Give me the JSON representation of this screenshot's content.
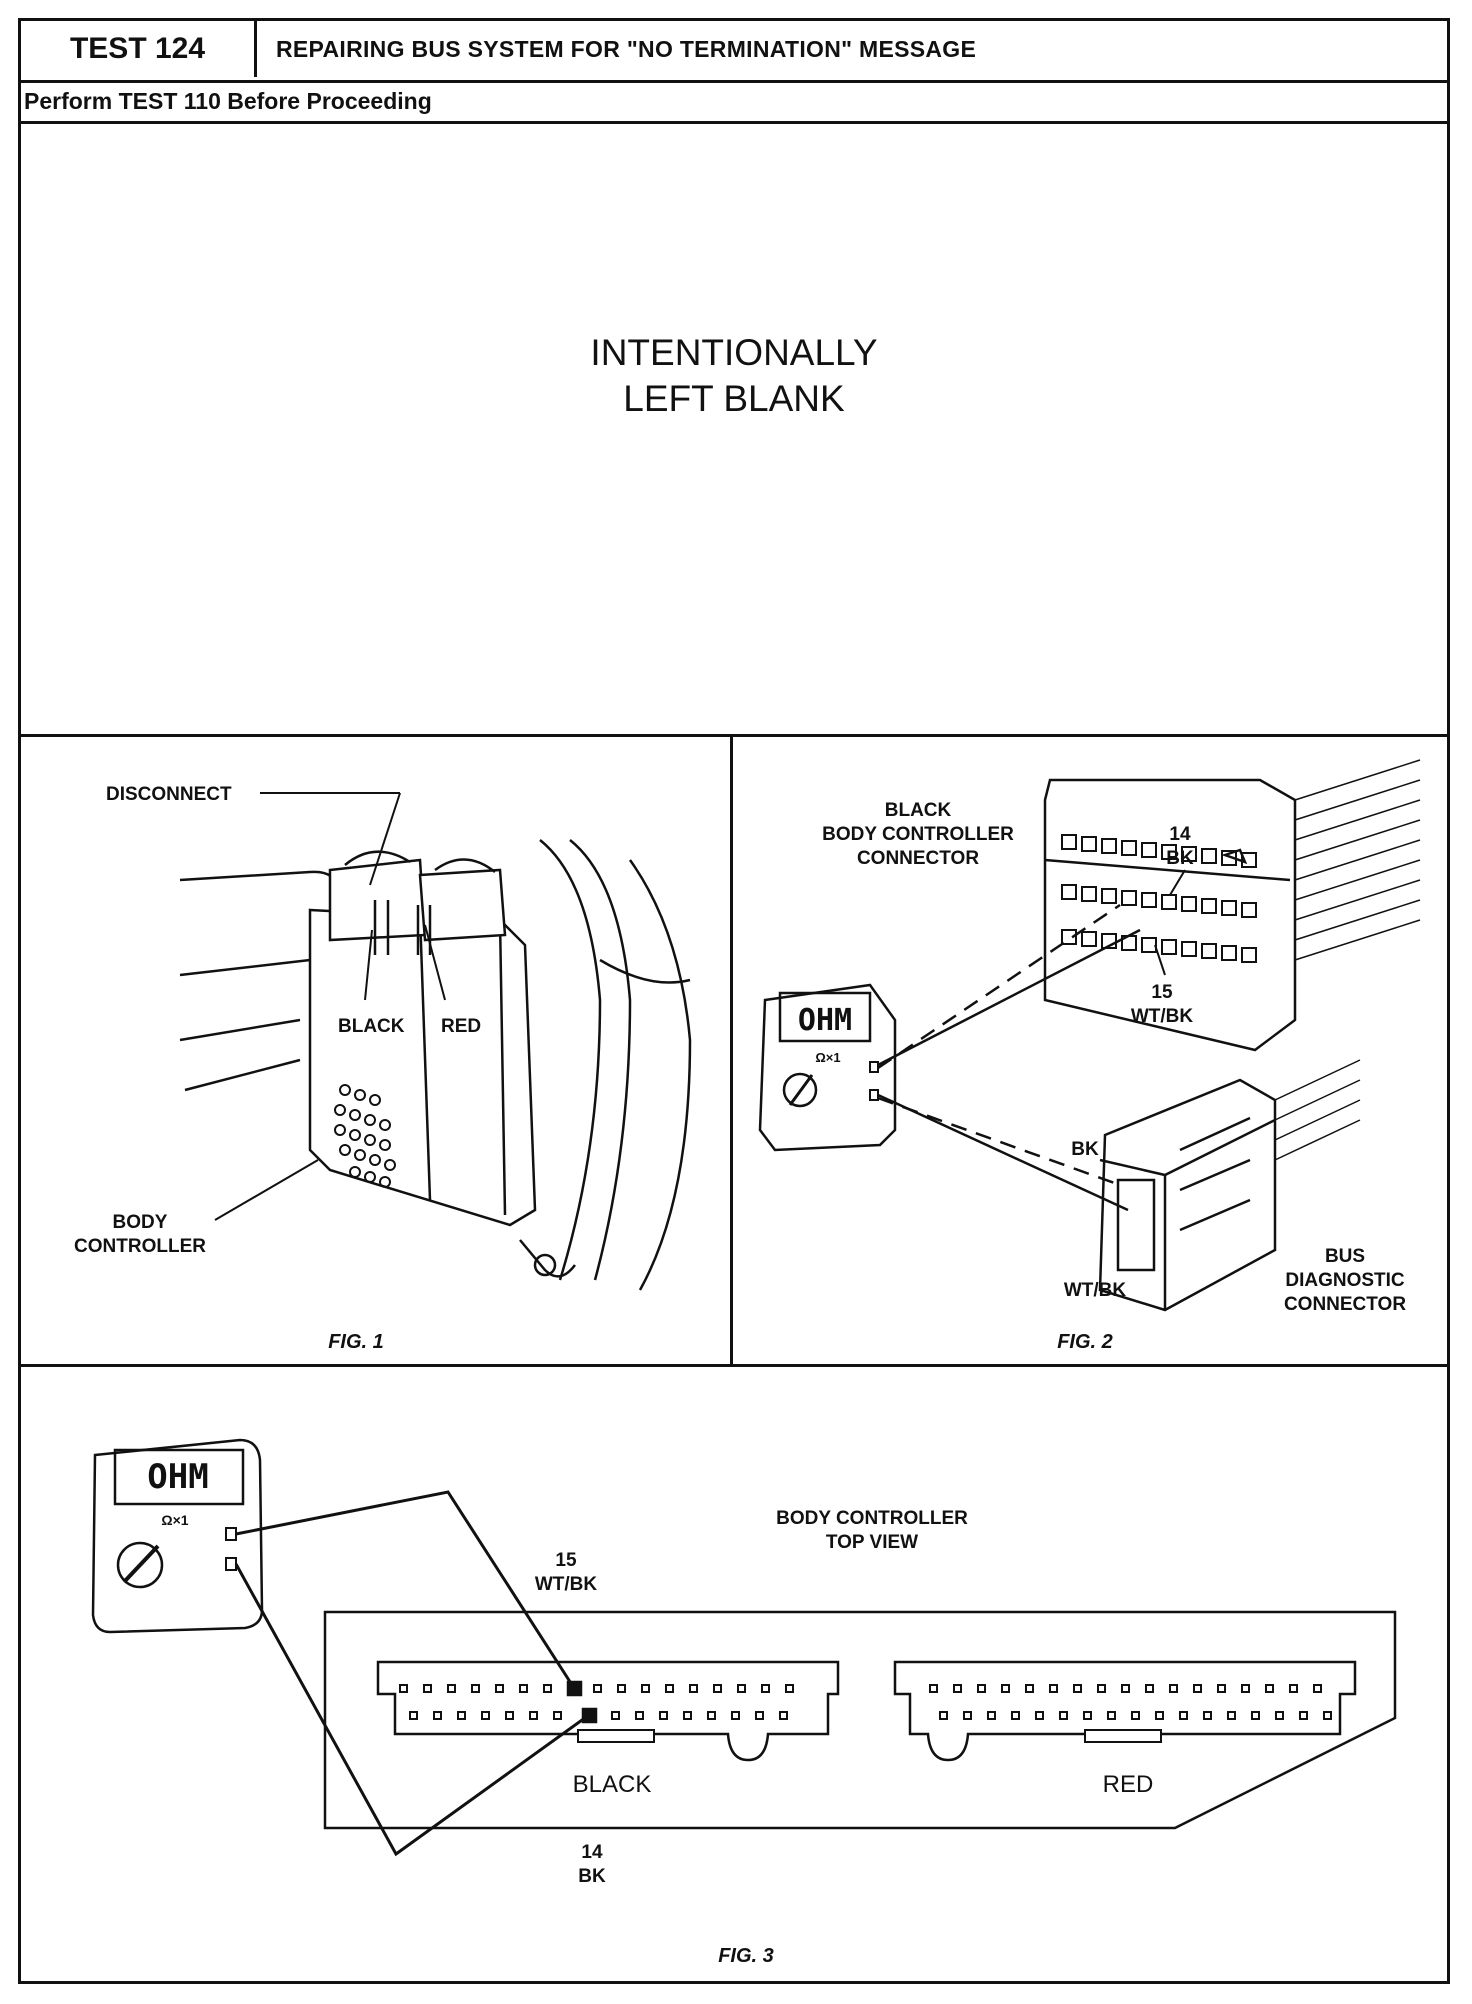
{
  "header": {
    "test_number": "TEST 124",
    "title": "REPAIRING BUS SYSTEM FOR \"NO TERMINATION\" MESSAGE",
    "subtitle": "Perform TEST 110 Before Proceeding"
  },
  "blank_notice": {
    "line1": "INTENTIONALLY",
    "line2": "LEFT BLANK"
  },
  "fig1": {
    "caption": "FIG. 1",
    "disconnect": "DISCONNECT",
    "black": "BLACK",
    "red": "RED",
    "body_line1": "BODY",
    "body_line2": "CONTROLLER"
  },
  "fig2": {
    "caption": "FIG. 2",
    "conn_line1": "BLACK",
    "conn_line2": "BODY CONTROLLER",
    "conn_line3": "CONNECTOR",
    "pin14_num": "14",
    "pin14_color": "BK",
    "pin15_num": "15",
    "pin15_color": "WT/BK",
    "meter_display": "OHM",
    "meter_range": "Ω×1",
    "bk": "BK",
    "wtbk": "WT/BK",
    "bus_line1": "BUS",
    "bus_line2": "DIAGNOSTIC",
    "bus_line3": "CONNECTOR"
  },
  "fig3": {
    "caption": "FIG. 3",
    "top_line1": "BODY CONTROLLER",
    "top_line2": "TOP VIEW",
    "pin15_num": "15",
    "pin15_color": "WT/BK",
    "pin14_num": "14",
    "pin14_color": "BK",
    "black": "BLACK",
    "red": "RED",
    "meter_display": "OHM",
    "meter_range": "Ω×1"
  }
}
